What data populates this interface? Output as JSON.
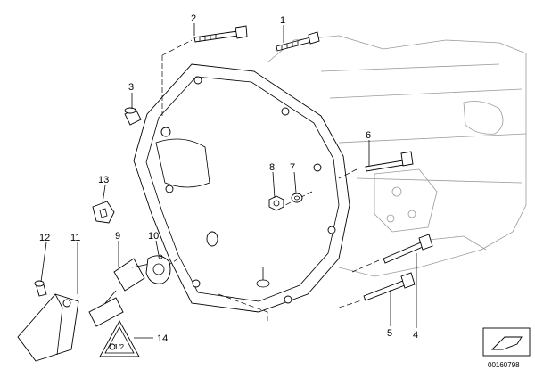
{
  "callouts": {
    "c1": "1",
    "c2": "2",
    "c3": "3",
    "c4": "4",
    "c5": "5",
    "c6": "6",
    "c7": "7",
    "c8": "8",
    "c9": "9",
    "c10": "10",
    "c11": "11",
    "c12": "12",
    "c13": "13",
    "c14": "14"
  },
  "warning_label_text": "1/2",
  "diagram_id": "00160798"
}
